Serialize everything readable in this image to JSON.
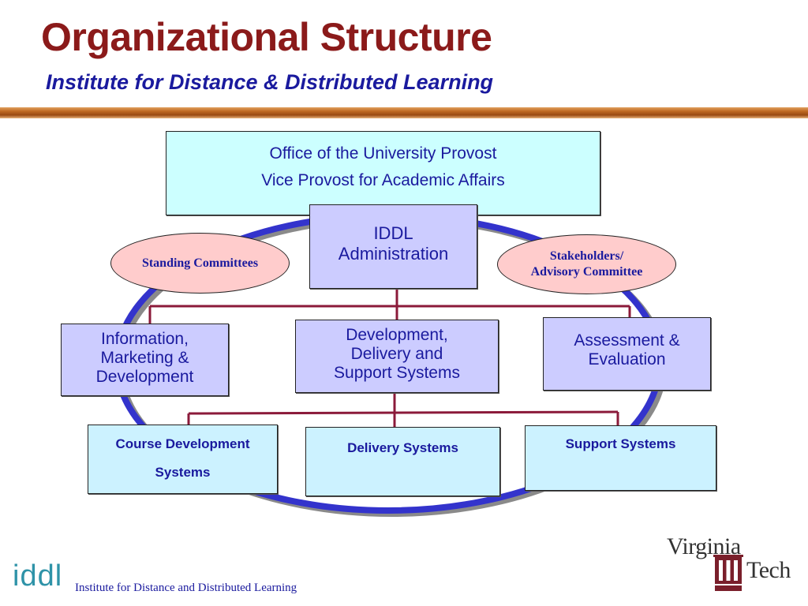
{
  "header": {
    "title": "Organizational Structure",
    "subtitle": "Institute for Distance & Distributed Learning"
  },
  "boxes": {
    "provost": {
      "line1": "Office of the University Provost",
      "line2": "Vice Provost for Academic Affairs"
    },
    "admin": {
      "line1": "IDDL",
      "line2": "Administration"
    },
    "info": {
      "line1": "Information,",
      "line2": "Marketing &",
      "line3": "Development"
    },
    "dev": {
      "line1": "Development,",
      "line2": "Delivery and",
      "line3": "Support Systems"
    },
    "assess": {
      "line1": "Assessment &",
      "line2": "Evaluation"
    },
    "course": {
      "line1": "Course Development",
      "line2": "Systems"
    },
    "delivery": {
      "line1": "Delivery Systems"
    },
    "support": {
      "line1": "Support Systems"
    }
  },
  "ovals": {
    "left": {
      "label": "Standing Committees"
    },
    "right": {
      "line1": "Stakeholders/",
      "line2": "Advisory Committee"
    }
  },
  "footer": {
    "logo": "iddl",
    "text": "Institute for Distance and Distributed Learning"
  },
  "partner_logo": {
    "word1": "Virginia",
    "word2": "Tech"
  },
  "colors": {
    "title": "#8b1a1a",
    "text": "#1a1a9e",
    "ellipse_stroke": "#3333cc",
    "connector": "#8b1a3a",
    "box_lavender": "#ccccff",
    "box_cyan": "#ccffff",
    "box_lightblue": "#ccf2ff",
    "oval_pink": "#ffcccc"
  }
}
